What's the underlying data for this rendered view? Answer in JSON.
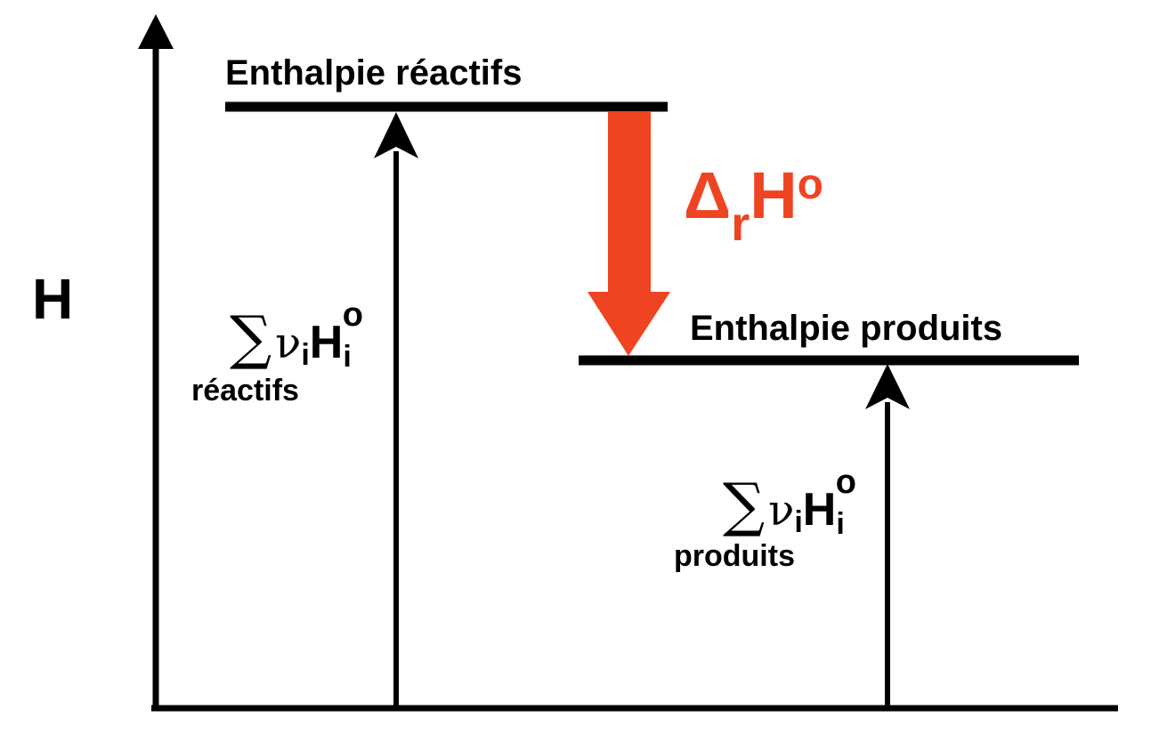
{
  "axis_label": "H",
  "reactants_level_label": "Enthalpie réactifs",
  "products_level_label": "Enthalpie produits",
  "delta": {
    "symbol": "Δ",
    "subscript": "r",
    "main": "H",
    "superscript": "o"
  },
  "reactants_sum": {
    "sigma": "∑",
    "nu": "ν",
    "nu_sub": "i",
    "h": "H",
    "h_sub": "i",
    "h_sup": "o",
    "under": "réactifs"
  },
  "products_sum": {
    "sigma": "∑",
    "nu": "ν",
    "nu_sub": "i",
    "h": "H",
    "h_sub": "i",
    "h_sup": "o",
    "under": "produits"
  },
  "colors": {
    "ink": "#000000",
    "accent": "#EE4422"
  }
}
